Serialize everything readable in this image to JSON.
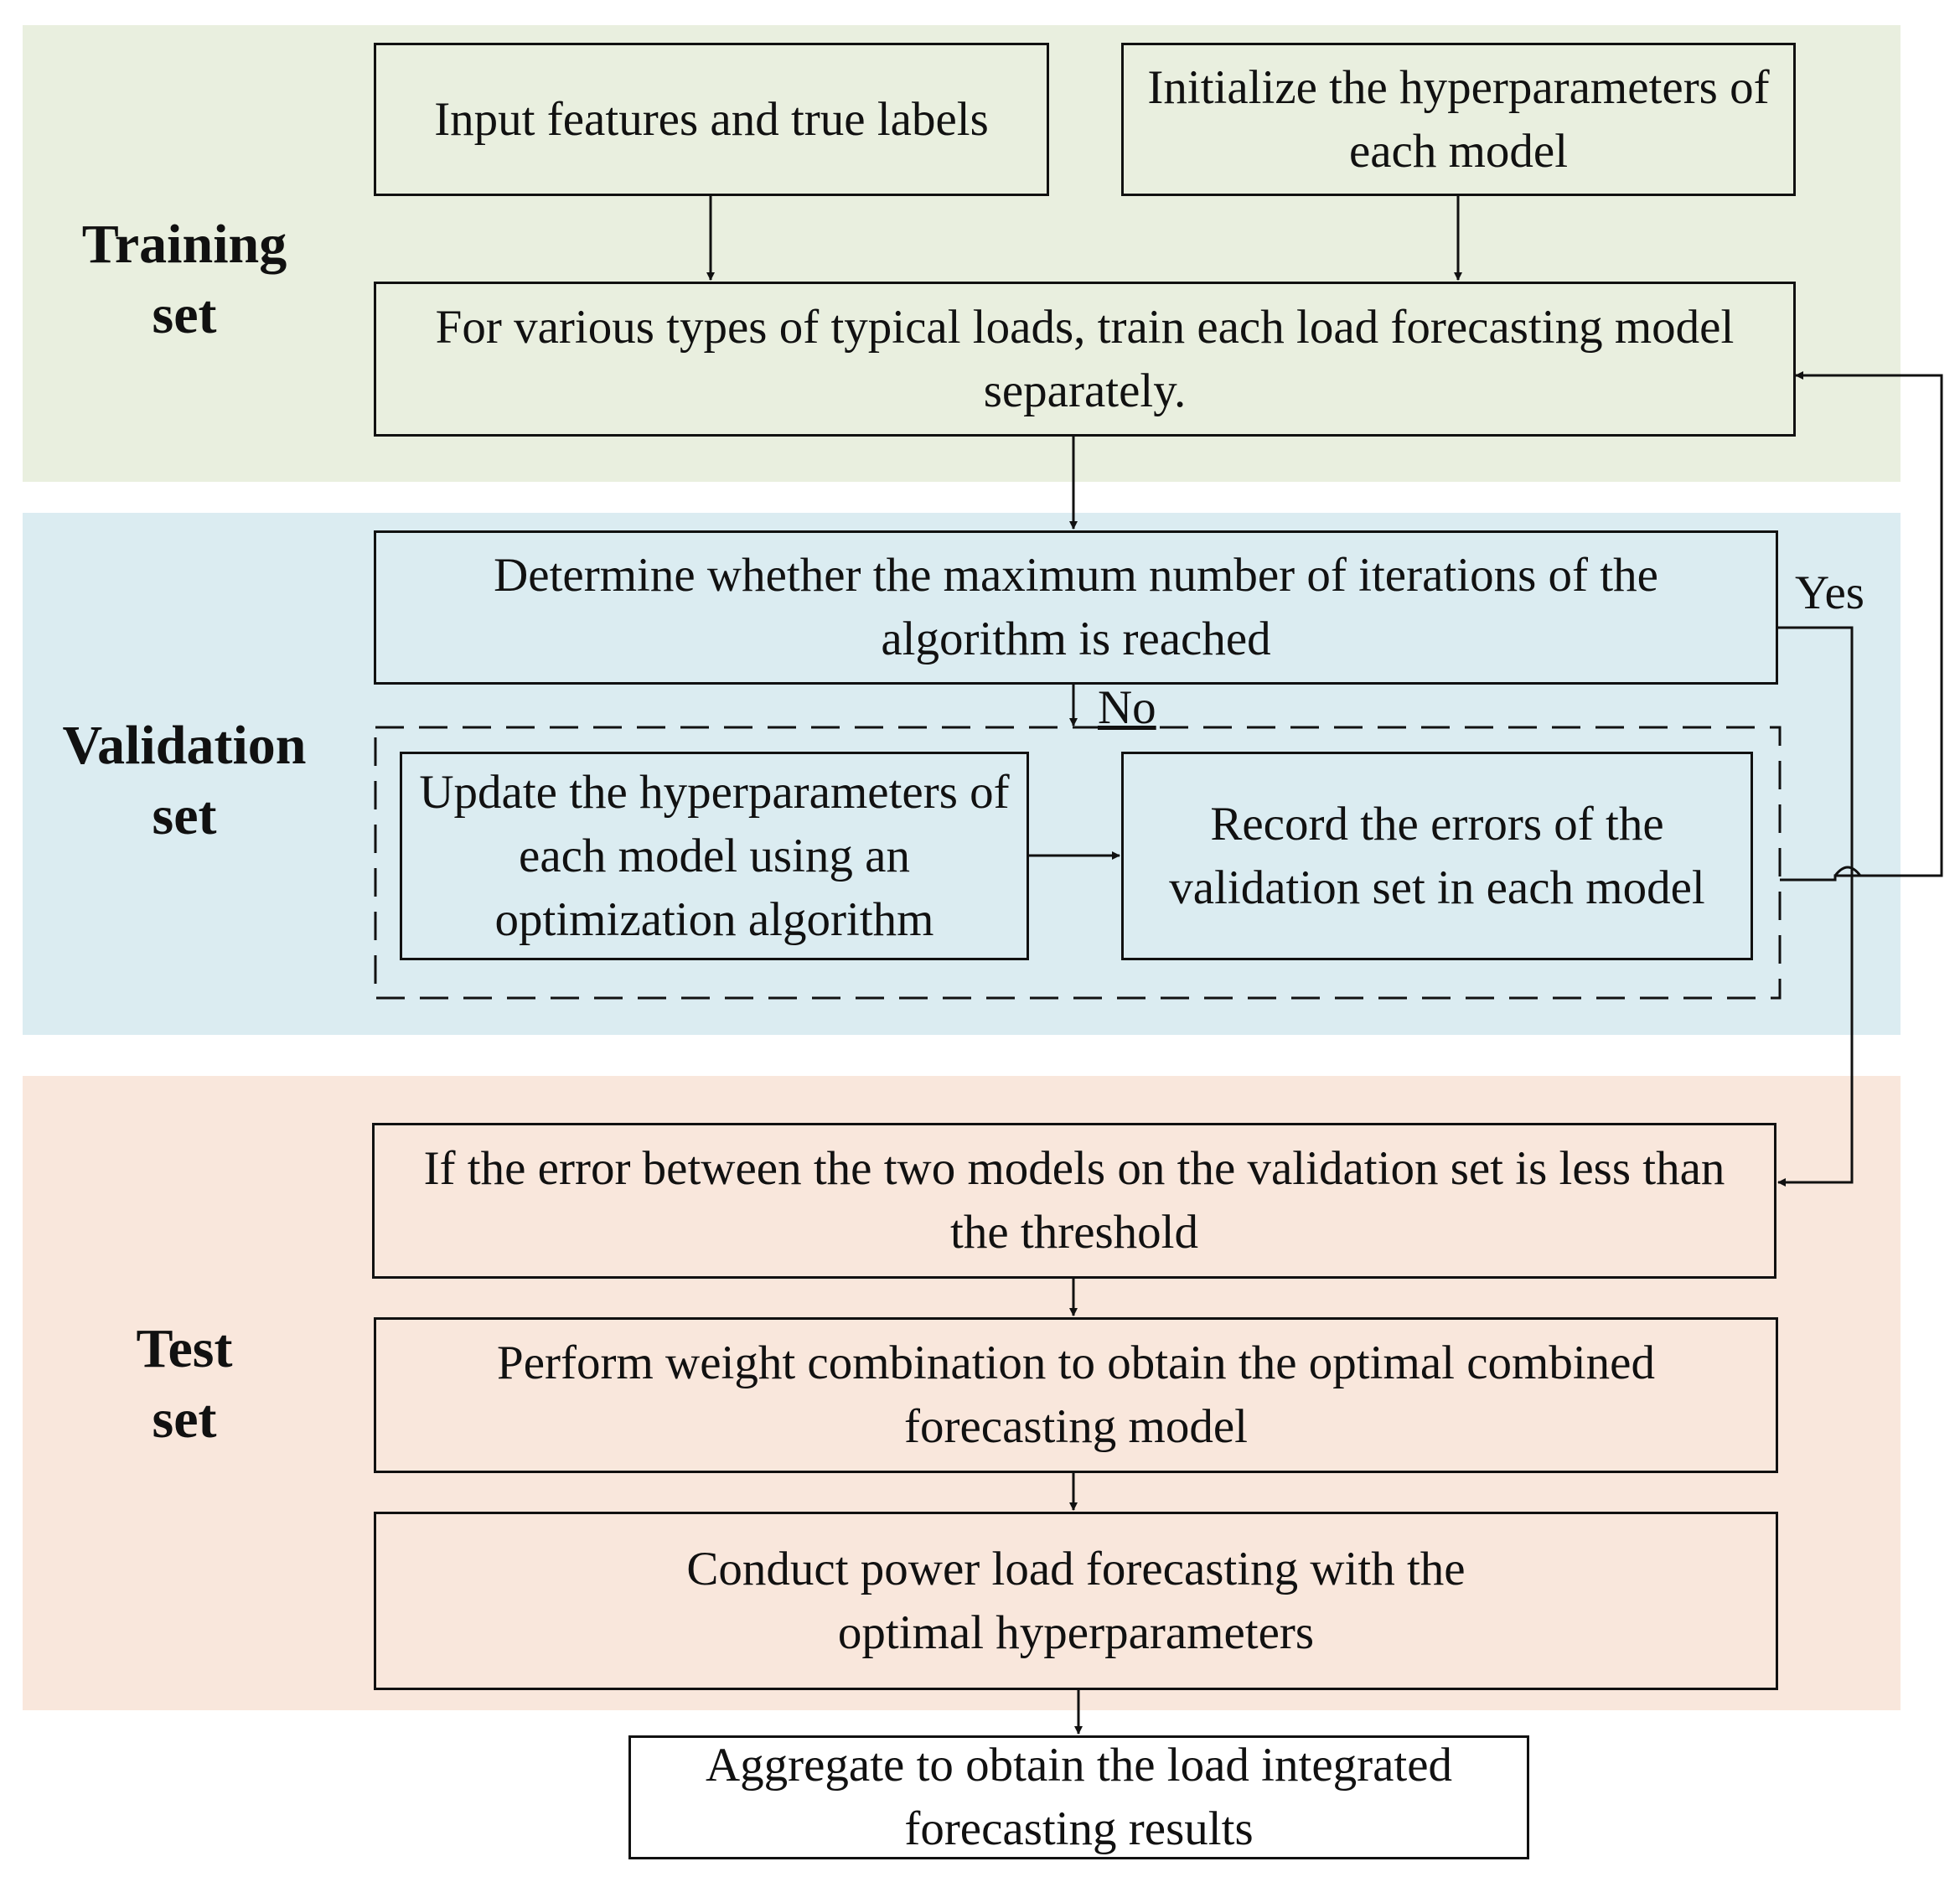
{
  "sections": {
    "training": {
      "line1": "Training",
      "line2": "set"
    },
    "validation": {
      "line1": "Validation",
      "line2": "set"
    },
    "test": {
      "line1": "Test",
      "line2": "set"
    }
  },
  "nodes": {
    "input_features": "Input features and true labels",
    "init_hyperparams": "Initialize the hyperparameters of each model",
    "train_models": "For various types of typical loads, train each load forecasting model separately.",
    "check_iterations": "Determine whether the maximum number of iterations of the algorithm is reached",
    "update_hyperparams": "Update the hyperparameters of each model using an optimization algorithm",
    "record_errors": "Record the errors of the validation set in each model",
    "error_threshold": "If the error between the two models on the validation set is less than the threshold",
    "weight_combination": "Perform weight combination to obtain the optimal combined forecasting model",
    "conduct_forecasting": "Conduct power load forecasting with the optimal hyperparameters",
    "aggregate_results": "Aggregate to obtain the load integrated forecasting results"
  },
  "edge_labels": {
    "yes": "Yes",
    "no": "No"
  },
  "colors": {
    "training_band": "#e9efdf",
    "validation_band": "#dbecf1",
    "test_band": "#f9e7dc",
    "stroke": "#111111"
  }
}
